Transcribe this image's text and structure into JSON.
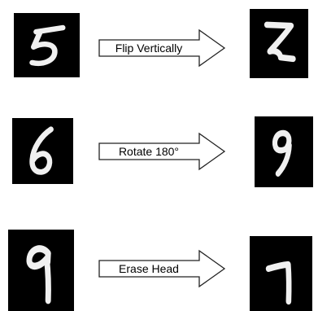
{
  "rows": [
    {
      "operation": "Flip Vertically",
      "source_digit": "5",
      "result_digit": "2"
    },
    {
      "operation": "Rotate 180°",
      "source_digit": "6",
      "result_digit": "9"
    },
    {
      "operation": "Erase Head",
      "source_digit": "9",
      "result_digit": "7"
    }
  ]
}
